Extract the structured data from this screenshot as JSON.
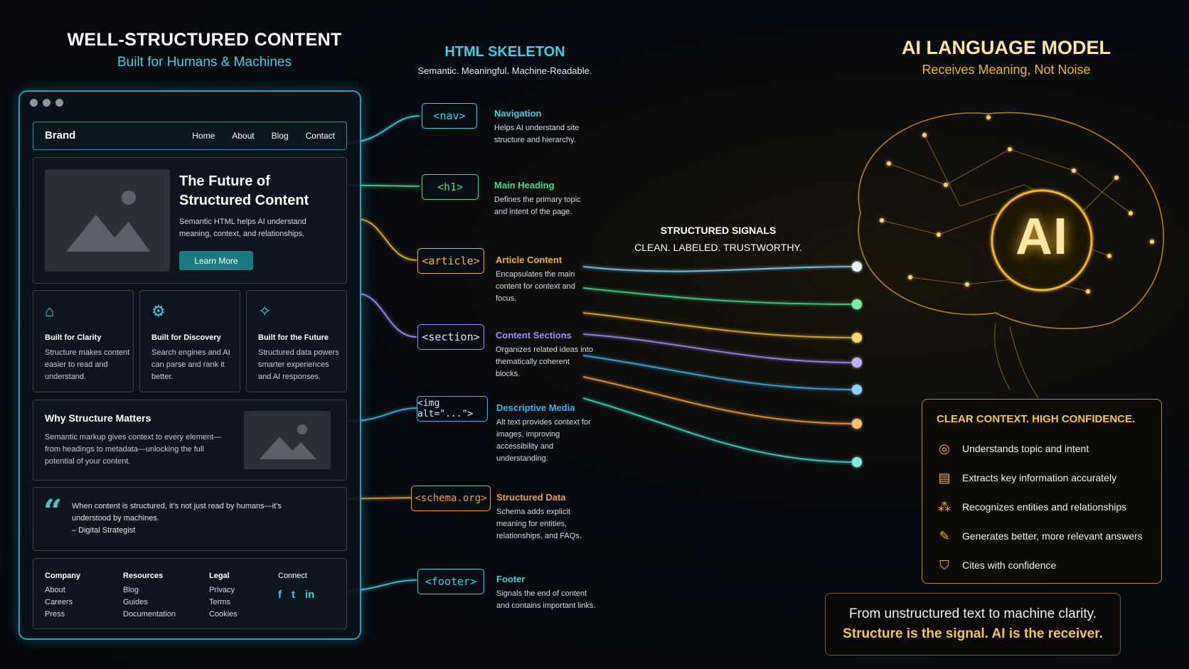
{
  "left_header": {
    "title": "WELL-STRUCTURED CONTENT",
    "subtitle": "Built for Humans & Machines"
  },
  "mid_header": {
    "title": "HTML SKELETON",
    "subtitle": "Semantic. Meaningful. Machine-Readable."
  },
  "right_header": {
    "title": "AI LANGUAGE MODEL",
    "subtitle": "Receives Meaning, Not Noise"
  },
  "site": {
    "brand": "Brand",
    "nav": [
      "Home",
      "About",
      "Blog",
      "Contact"
    ],
    "hero": {
      "title": "The Future of Structured Content",
      "text": "Semantic HTML helps AI understand meaning, context, and relationships.",
      "button": "Learn More"
    },
    "features": [
      {
        "icon": "building-icon",
        "title": "Built for Clarity",
        "text": "Structure makes content easier to read and understand."
      },
      {
        "icon": "gear-shield-icon",
        "title": "Built for Discovery",
        "text": "Search engines and AI can parse and rank it better."
      },
      {
        "icon": "sparkle-icon",
        "title": "Built for the Future",
        "text": "Structured data powers smarter experiences and AI responses."
      }
    ],
    "why": {
      "title": "Why Structure Matters",
      "text": "Semantic markup gives context to every element—from headings to metadata—unlocking the full potential of your content."
    },
    "quote": {
      "mark": "“",
      "text": "When content is structured, it’s not just read by humans—it’s understood by machines.",
      "author": "– Digital Strategist"
    },
    "footer": {
      "columns": [
        {
          "heading": "Company",
          "links": [
            "About",
            "Careers",
            "Press"
          ]
        },
        {
          "heading": "Resources",
          "links": [
            "Blog",
            "Guides",
            "Documentation"
          ]
        },
        {
          "heading": "Legal",
          "links": [
            "Privacy",
            "Terms",
            "Cookies"
          ]
        },
        {
          "heading": "Connect",
          "links": []
        }
      ],
      "social": [
        "f",
        "t",
        "in"
      ]
    }
  },
  "tags": [
    {
      "tag": "<nav>",
      "label": "Navigation",
      "desc": "Helps AI understand site structure and hierarchy.",
      "color": "#3fd0e6"
    },
    {
      "tag": "<h1>",
      "label": "Main Heading",
      "desc": "Defines the primary topic and intent of the page.",
      "color": "#3ee08a"
    },
    {
      "tag": "<article>",
      "label": "Article Content",
      "desc": "Encapsulates the main content for context and focus.",
      "color": "#f0b429"
    },
    {
      "tag": "<section>",
      "label": "Content Sections",
      "desc": "Organizes related ideas into thematically coherent blocks.",
      "color": "#a78bfa"
    },
    {
      "tag": "<img alt=\"...\">",
      "label": "Descriptive Media",
      "desc": "Alt text provides context for images, improving accessibility and understanding.",
      "color": "#3fb4f0"
    },
    {
      "tag": "<schema.org>",
      "label": "Structured Data",
      "desc": "Schema adds explicit meaning for entities, relationships, and FAQs.",
      "color": "#f59e3a"
    },
    {
      "tag": "<footer>",
      "label": "Footer",
      "desc": "Signals the end of content and contains important links.",
      "color": "#3fd0e6"
    }
  ],
  "signals": {
    "title": "STRUCTURED SIGNALS",
    "subtitle": "CLEAN. LABELED. TRUSTWORTHY."
  },
  "ai": {
    "label": "AI"
  },
  "context": {
    "title": "CLEAR CONTEXT. HIGH CONFIDENCE.",
    "items": [
      {
        "icon": "target-icon",
        "text": "Understands topic and intent"
      },
      {
        "icon": "document-icon",
        "text": "Extracts key information accurately"
      },
      {
        "icon": "network-icon",
        "text": "Recognizes entities and relationships"
      },
      {
        "icon": "magic-wand-icon",
        "text": "Generates better, more relevant answers"
      },
      {
        "icon": "shield-check-icon",
        "text": "Cites with confidence"
      }
    ]
  },
  "tagline": {
    "line1": "From unstructured text to machine clarity.",
    "line2": "Structure is the signal. AI is the receiver."
  }
}
